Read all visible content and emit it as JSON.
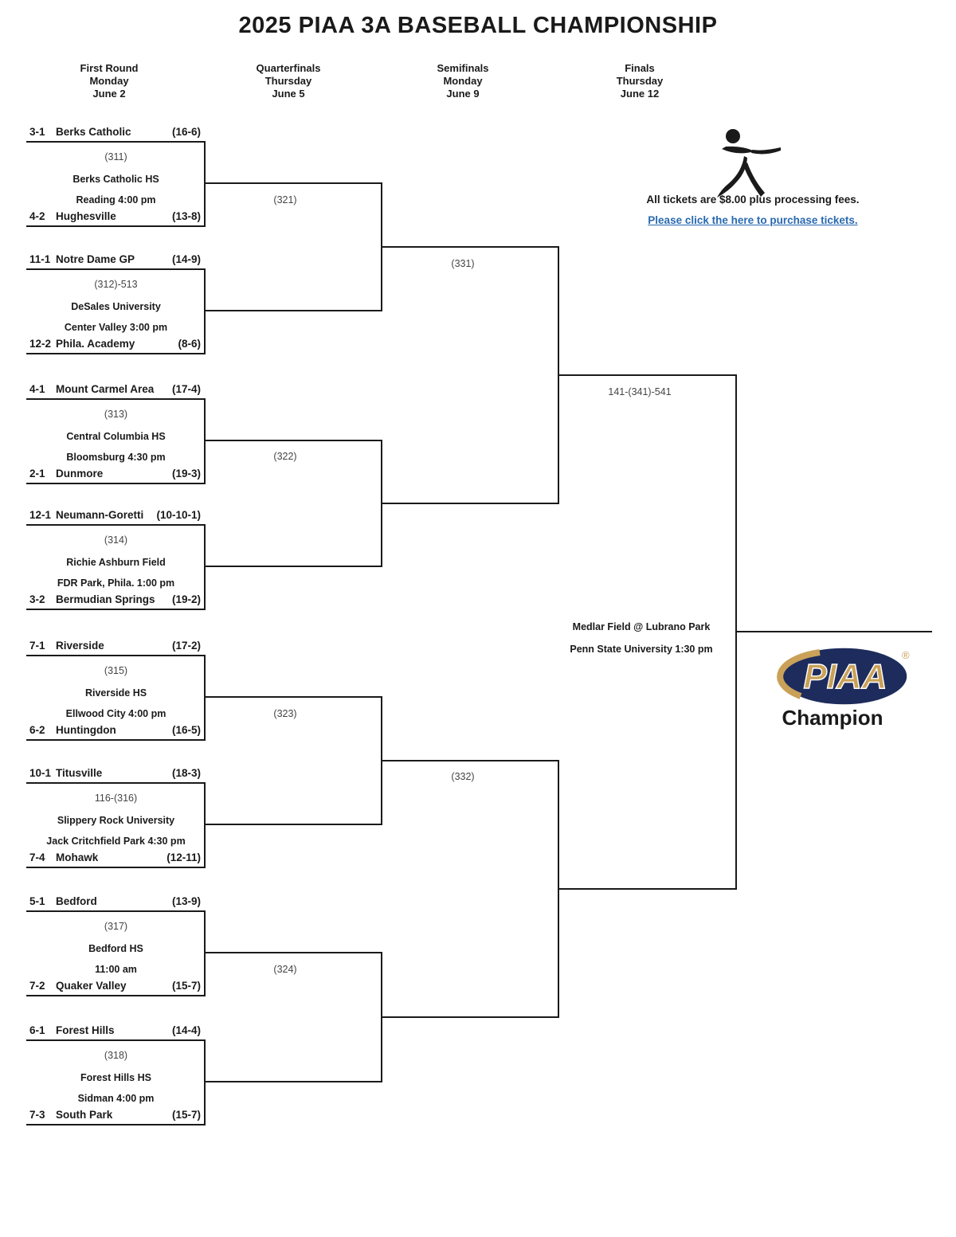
{
  "title": "2025 PIAA 3A BASEBALL CHAMPIONSHIP",
  "round_headers": [
    {
      "round": "First Round",
      "day": "Monday",
      "date": "June 2"
    },
    {
      "round": "Quarterfinals",
      "day": "Thursday",
      "date": "June 5"
    },
    {
      "round": "Semifinals",
      "day": "Monday",
      "date": "June 9"
    },
    {
      "round": "Finals",
      "day": "Thursday",
      "date": "June 12"
    }
  ],
  "tickets": {
    "info": "All tickets are $8.00 plus processing fees.",
    "link": "Please click the here to purchase tickets."
  },
  "matches": [
    {
      "game": "(311)",
      "venue": "Berks Catholic HS",
      "citytime": "Reading 4:00 pm",
      "team1": {
        "seed": "3-1",
        "name": "Berks Catholic",
        "record": "(16-6)"
      },
      "team2": {
        "seed": "4-2",
        "name": "Hughesville",
        "record": "(13-8)"
      }
    },
    {
      "game": "(312)-513",
      "venue": "DeSales University",
      "citytime": "Center Valley 3:00 pm",
      "team1": {
        "seed": "11-1",
        "name": "Notre Dame GP",
        "record": "(14-9)"
      },
      "team2": {
        "seed": "12-2",
        "name": "Phila. Academy",
        "record": "(8-6)"
      }
    },
    {
      "game": "(313)",
      "venue": "Central Columbia HS",
      "citytime": "Bloomsburg 4:30 pm",
      "team1": {
        "seed": "4-1",
        "name": "Mount Carmel Area",
        "record": "(17-4)"
      },
      "team2": {
        "seed": "2-1",
        "name": "Dunmore",
        "record": "(19-3)"
      }
    },
    {
      "game": "(314)",
      "venue": "Richie Ashburn Field",
      "citytime": "FDR Park, Phila. 1:00 pm",
      "team1": {
        "seed": "12-1",
        "name": "Neumann-Goretti",
        "record": "(10-10-1)"
      },
      "team2": {
        "seed": "3-2",
        "name": "Bermudian Springs",
        "record": "(19-2)"
      }
    },
    {
      "game": "(315)",
      "venue": "Riverside HS",
      "citytime": "Ellwood City 4:00 pm",
      "team1": {
        "seed": "7-1",
        "name": "Riverside",
        "record": "(17-2)"
      },
      "team2": {
        "seed": "6-2",
        "name": "Huntingdon",
        "record": "(16-5)"
      }
    },
    {
      "game": "116-(316)",
      "venue": "Slippery Rock University",
      "citytime": "Jack Critchfield Park 4:30 pm",
      "team1": {
        "seed": "10-1",
        "name": "Titusville",
        "record": "(18-3)"
      },
      "team2": {
        "seed": "7-4",
        "name": "Mohawk",
        "record": "(12-11)"
      }
    },
    {
      "game": "(317)",
      "venue": "Bedford HS",
      "citytime": "11:00 am",
      "team1": {
        "seed": "5-1",
        "name": "Bedford",
        "record": "(13-9)"
      },
      "team2": {
        "seed": "7-2",
        "name": "Quaker Valley",
        "record": "(15-7)"
      }
    },
    {
      "game": "(318)",
      "venue": "Forest Hills HS",
      "citytime": "Sidman 4:00 pm",
      "team1": {
        "seed": "6-1",
        "name": "Forest Hills",
        "record": "(14-4)"
      },
      "team2": {
        "seed": "7-3",
        "name": "South Park",
        "record": "(15-7)"
      }
    }
  ],
  "quarterfinals": [
    {
      "game": "(321)"
    },
    {
      "game": "(322)"
    },
    {
      "game": "(323)"
    },
    {
      "game": "(324)"
    }
  ],
  "semifinals": [
    {
      "game": "(331)"
    },
    {
      "game": "(332)"
    }
  ],
  "finals": {
    "game": "141-(341)-541",
    "venue": "Medlar Field @ Lubrano Park",
    "citytime": "Penn State University 1:30 pm"
  },
  "champion": {
    "label": "Champion",
    "logo_text": "PIAA",
    "logo_reg": "®"
  },
  "icons": {
    "batter": "baseball-batter-icon",
    "logo": "piaa-logo"
  },
  "colors": {
    "line": "#1a1a1a",
    "game_number": "#444444",
    "link_blue": "#2969b0",
    "logo_navy": "#1d2c5c",
    "logo_gold": "#c9a158"
  }
}
